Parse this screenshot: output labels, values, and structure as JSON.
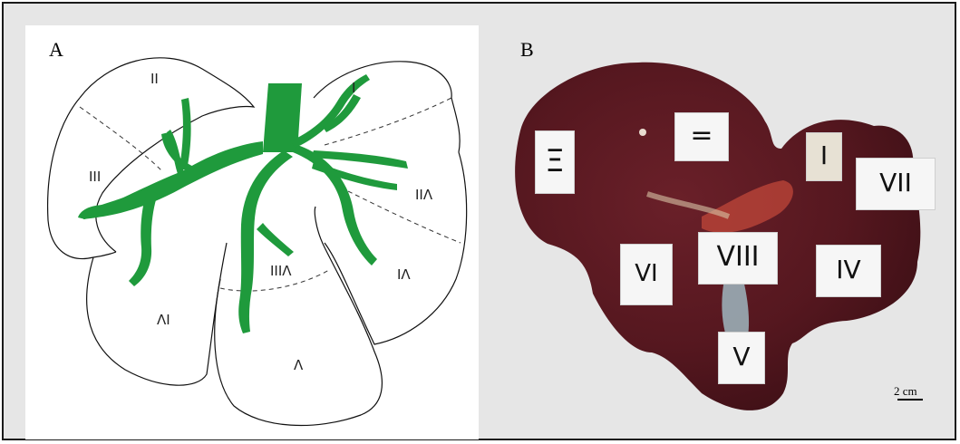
{
  "panel_a": {
    "letter": "A",
    "segments": [
      "I",
      "II",
      "III",
      "IIΛ",
      "IIIΛ",
      "IΛ",
      "ΛI",
      "Λ"
    ],
    "vessel_color": "#1f9a3c"
  },
  "panel_b": {
    "letter": "B",
    "labels": [
      "Ξ",
      "=",
      "I",
      "VII",
      "VI",
      "VIII",
      "IV",
      "V"
    ],
    "scale_label": "2 cm",
    "liver_color": "#5a1a22"
  }
}
